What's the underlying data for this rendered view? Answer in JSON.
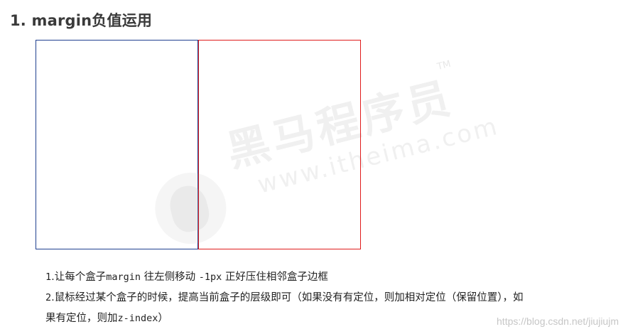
{
  "heading": "1. margin负值运用",
  "watermark": {
    "brand": "黑马程序员",
    "trademark": "TM",
    "url": "www.itheima.com"
  },
  "notes": {
    "line1": {
      "num": "1",
      "a": ".让每个盒子",
      "code1": "margin",
      "b": " 往左侧移动 ",
      "code2": "-1px",
      "c": " 正好压住相邻盒子边框"
    },
    "line2": {
      "num": "2",
      "a": ".鼠标经过某个盒子的时候，提高当前盒子的层级即可（如果没有有定位，则加相对定位（保留位置），如"
    },
    "line3": {
      "a": "果有定位，则加",
      "code": "z-index",
      "b": "）"
    }
  },
  "credit": "https://blog.csdn.net/jiujiujm",
  "colors": {
    "left_box_border": "#1f3f8f",
    "right_box_border": "#e01b1b"
  }
}
